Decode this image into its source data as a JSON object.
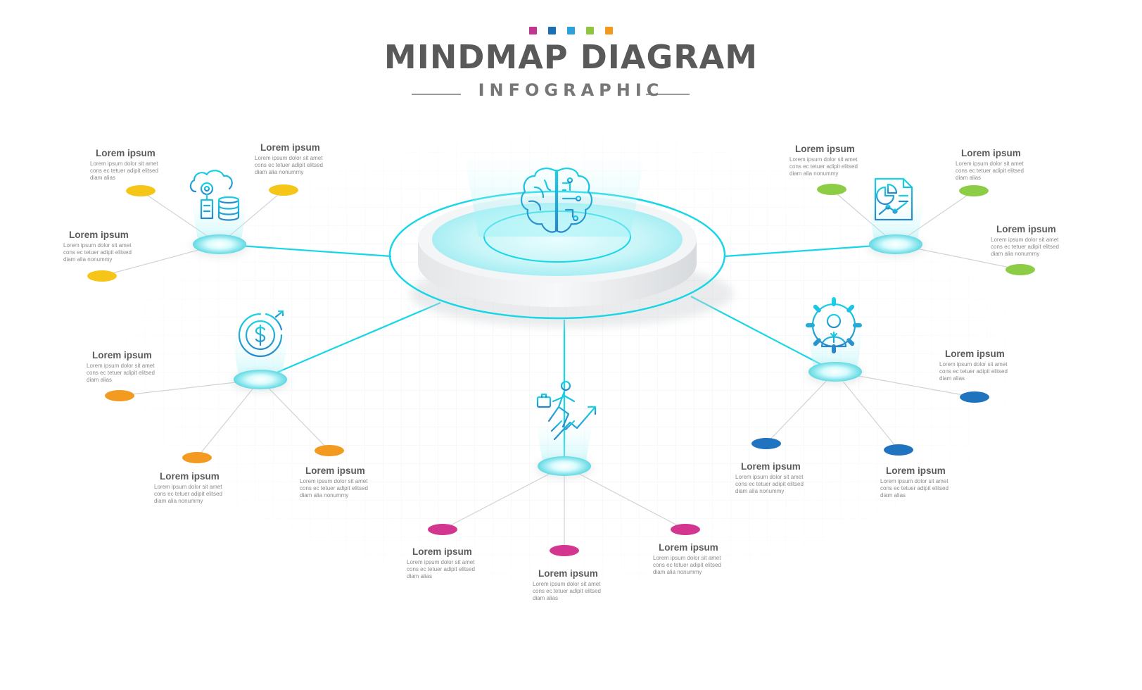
{
  "header": {
    "title": "MINDMAP DIAGRAM",
    "subtitle": "INFOGRAPHIC",
    "dot_colors": [
      "#c2368f",
      "#1b6fb5",
      "#2aa2dc",
      "#8fc63f",
      "#f29a1f"
    ]
  },
  "colors": {
    "cyan": "#17d6e6",
    "magenta": "#d2368f",
    "blue": "#1f73bf",
    "green": "#8dcd45",
    "yellow": "#f5c518",
    "orange": "#f39a20"
  },
  "center": {
    "icon": "brain-circuit-icon"
  },
  "branches": [
    {
      "id": "top-left",
      "icon": "cloud-database-icon",
      "dot_color": "#f5c518",
      "leaves": [
        {
          "title": "Lorem ipsum",
          "body": "Lorem ipsum dolor sit amet cons ec tetuer adipit elitsed diam alias"
        },
        {
          "title": "Lorem ipsum",
          "body": "Lorem ipsum dolor sit amet cons ec tetuer adipit elitsed diam alia nonummy"
        },
        {
          "title": "Lorem ipsum",
          "body": "Lorem ipsum dolor sit amet cons ec tetuer adipit elitsed diam alia nonummy"
        }
      ]
    },
    {
      "id": "top-right",
      "icon": "report-chart-icon",
      "dot_color": "#8dcd45",
      "leaves": [
        {
          "title": "Lorem ipsum",
          "body": "Lorem ipsum dolor sit amet cons ec tetuer adipit elitsed diam alia nonummy"
        },
        {
          "title": "Lorem ipsum",
          "body": "Lorem ipsum dolor sit amet cons ec tetuer adipit elitsed diam alias"
        },
        {
          "title": "Lorem ipsum",
          "body": "Lorem ipsum dolor sit amet cons ec tetuer adipit elitsed diam alia nonummy"
        }
      ]
    },
    {
      "id": "mid-left",
      "icon": "dollar-target-icon",
      "dot_color": "#f39a20",
      "leaves": [
        {
          "title": "Lorem ipsum",
          "body": "Lorem ipsum dolor sit amet cons ec tetuer adipit elitsed diam alias"
        },
        {
          "title": "Lorem ipsum",
          "body": "Lorem ipsum dolor sit amet cons ec tetuer adipit elitsed diam alia nonummy"
        },
        {
          "title": "Lorem ipsum",
          "body": "Lorem ipsum dolor sit amet cons ec tetuer adipit elitsed diam alia nonummy"
        }
      ]
    },
    {
      "id": "mid-right",
      "icon": "gear-person-icon",
      "dot_color": "#1f73bf",
      "leaves": [
        {
          "title": "Lorem ipsum",
          "body": "Lorem ipsum dolor sit amet cons ec tetuer adipit elitsed diam alias"
        },
        {
          "title": "Lorem ipsum",
          "body": "Lorem ipsum dolor sit amet cons ec tetuer adipit elitsed diam alia nonummy"
        },
        {
          "title": "Lorem ipsum",
          "body": "Lorem ipsum dolor sit amet cons ec tetuer adipit elitsed diam alias"
        }
      ]
    },
    {
      "id": "bottom",
      "icon": "businessman-growth-icon",
      "dot_color": "#d2368f",
      "leaves": [
        {
          "title": "Lorem ipsum",
          "body": "Lorem ipsum dolor sit amet cons ec tetuer adipit elitsed diam alias"
        },
        {
          "title": "Lorem ipsum",
          "body": "Lorem ipsum dolor sit amet cons ec tetuer adipit elitsed diam alias"
        },
        {
          "title": "Lorem ipsum",
          "body": "Lorem ipsum dolor sit amet cons ec tetuer adipit elitsed diam alia nonummy"
        }
      ]
    }
  ]
}
